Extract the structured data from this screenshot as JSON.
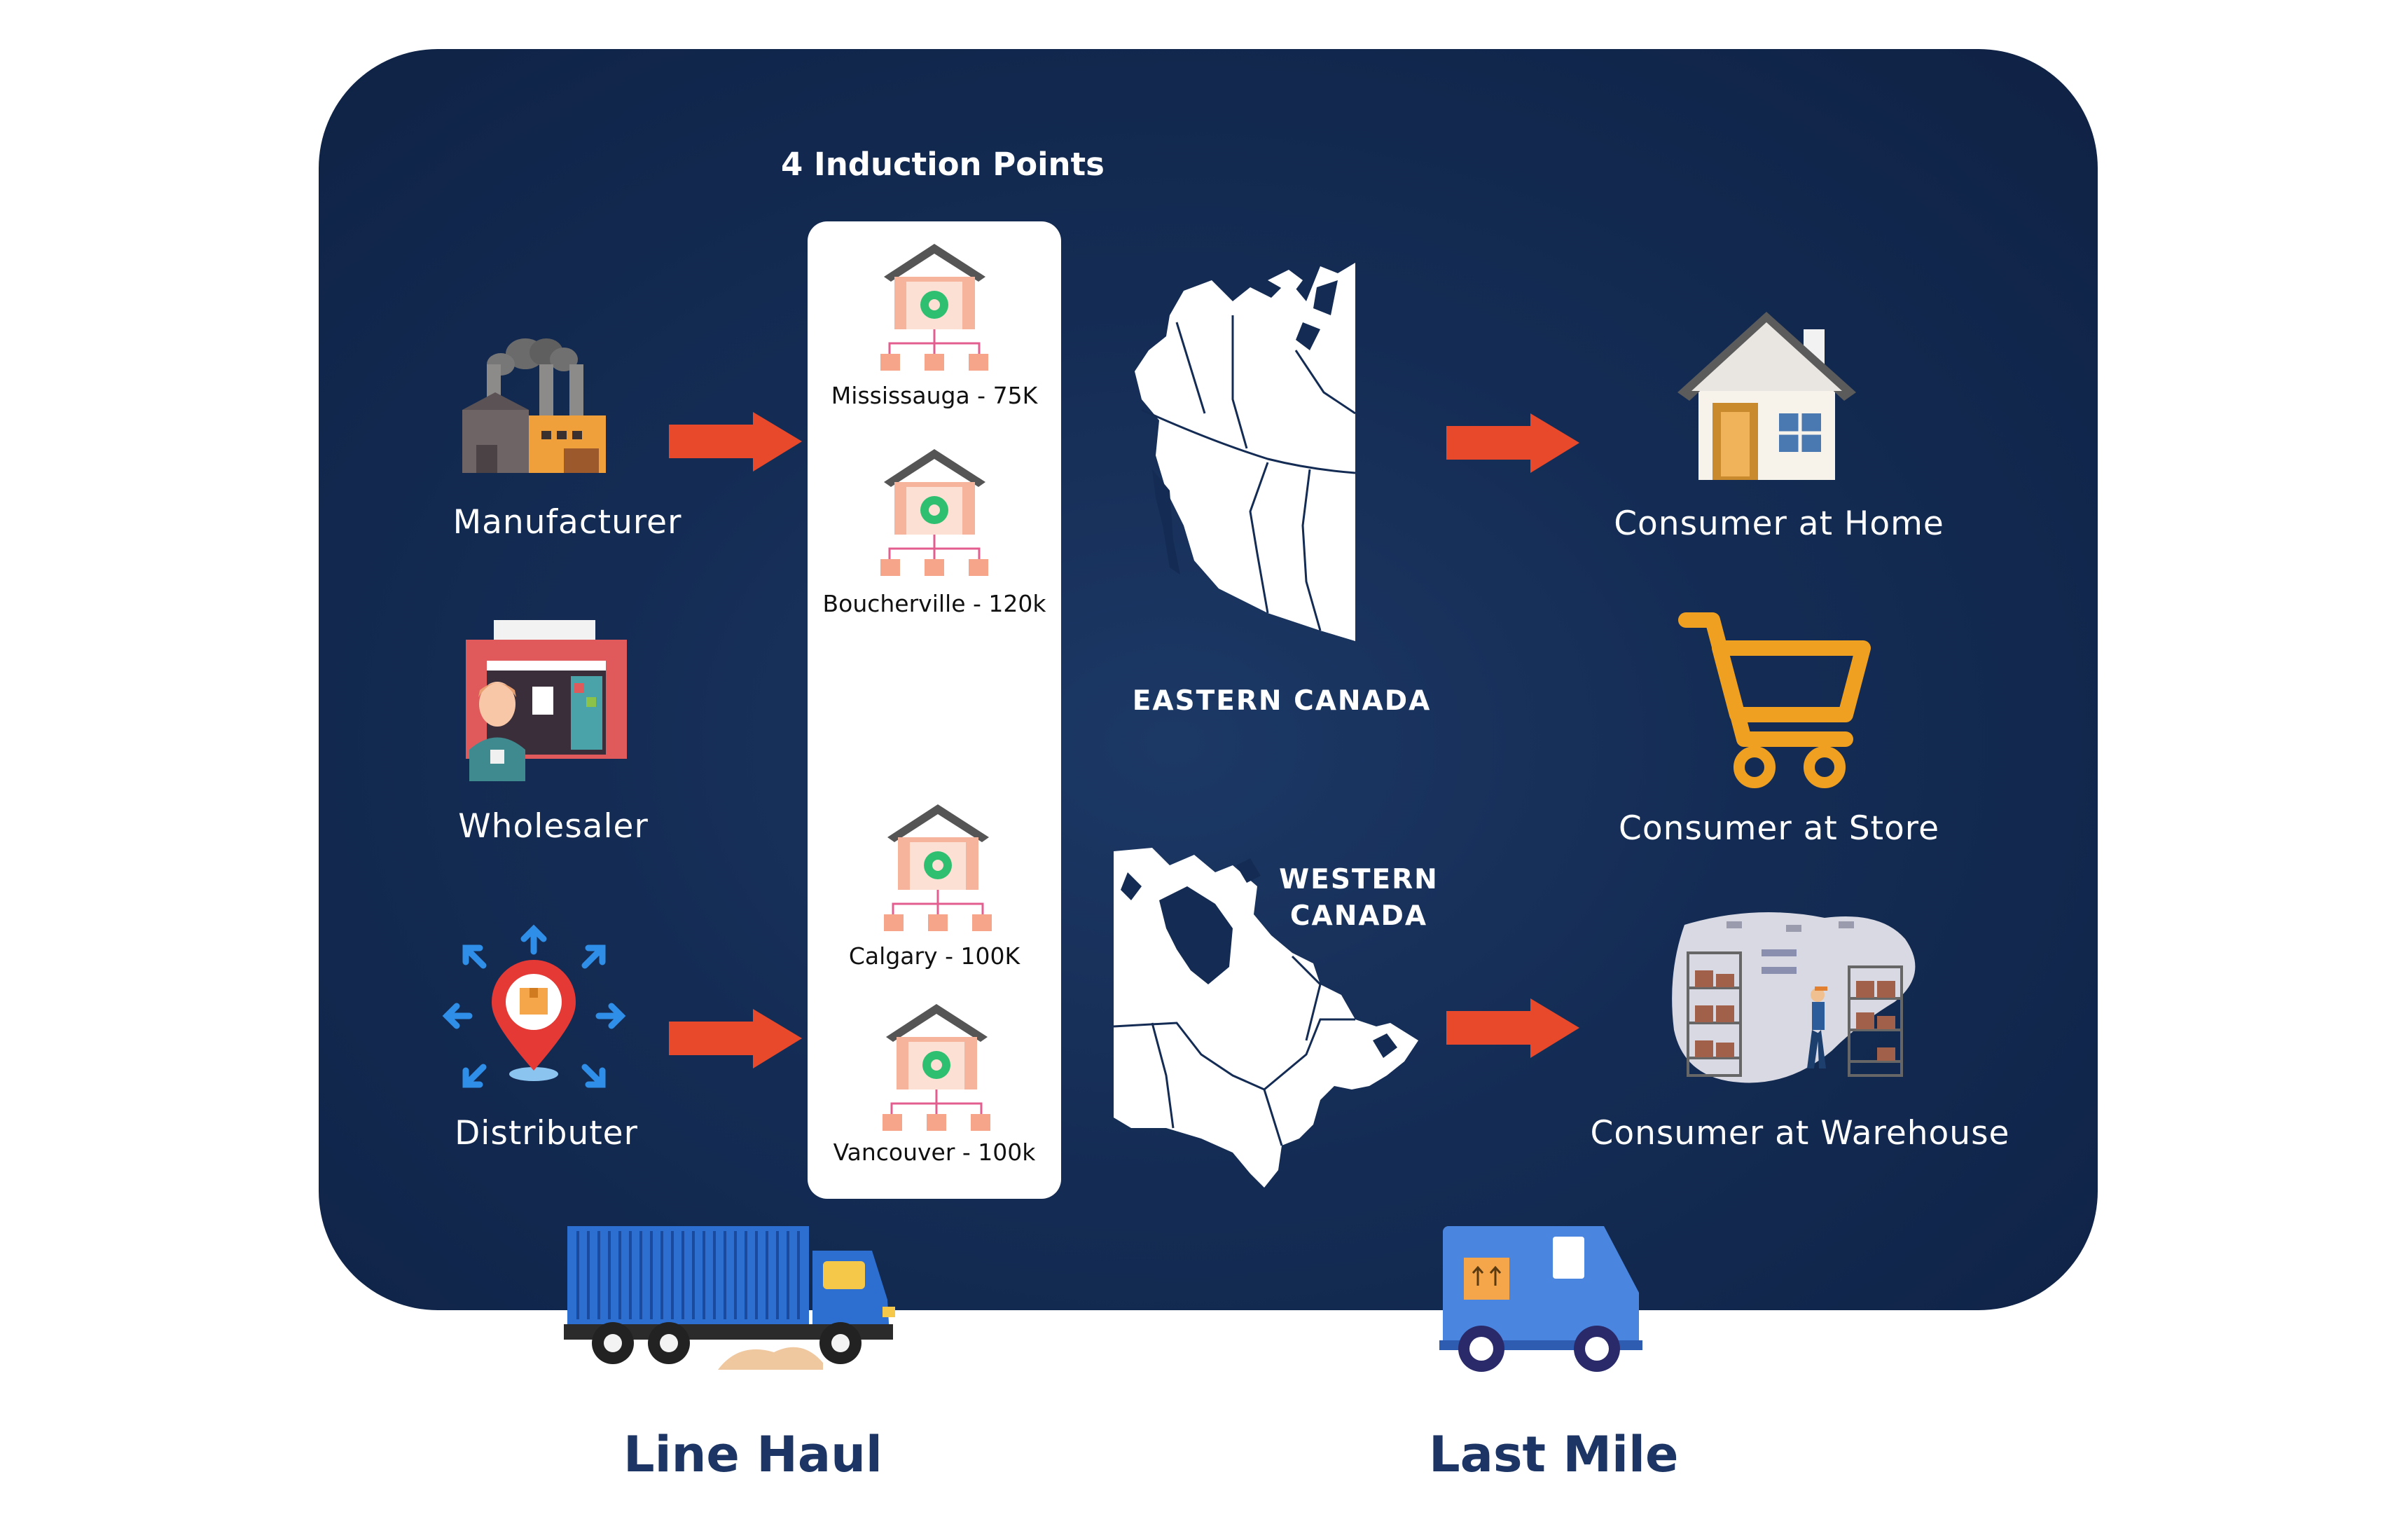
{
  "induction_title": "4 Induction Points",
  "sources": [
    {
      "label": "Manufacturer",
      "icon": "factory-icon"
    },
    {
      "label": "Wholesaler",
      "icon": "wholesaler-store-icon"
    },
    {
      "label": "Distributer",
      "icon": "distribution-pin-icon"
    }
  ],
  "induction_points": [
    {
      "label": "Mississauga - 75K"
    },
    {
      "label": "Boucherville  - 120k"
    },
    {
      "label": "Calgary - 100K"
    },
    {
      "label": "Vancouver - 100k"
    }
  ],
  "regions": {
    "eastern": "EASTERN CANADA",
    "western_line1": "WESTERN",
    "western_line2": "CANADA"
  },
  "destinations": [
    {
      "label": "Consumer at Home",
      "icon": "house-icon"
    },
    {
      "label": "Consumer at Store",
      "icon": "shopping-cart-icon"
    },
    {
      "label": "Consumer at Warehouse",
      "icon": "warehouse-worker-icon"
    }
  ],
  "footer": {
    "line_haul": "Line Haul",
    "last_mile": "Last Mile"
  },
  "colors": {
    "panel": "#142c54",
    "arrow": "#e8492a",
    "cart": "#f0a020",
    "footer_text": "#1c3564"
  }
}
